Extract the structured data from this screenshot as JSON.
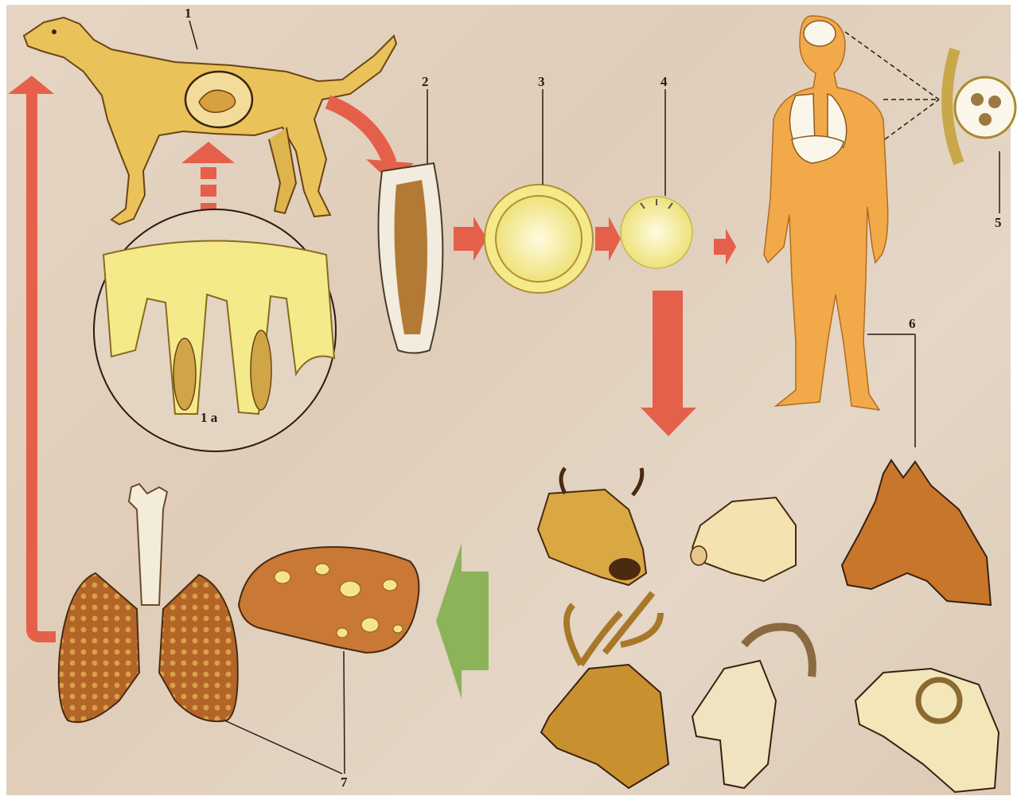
{
  "labels": {
    "n1": "1",
    "n1a": "1 a",
    "n2": "2",
    "n3": "3",
    "n4": "4",
    "n5": "5",
    "n6": "6",
    "n7": "7"
  },
  "colors": {
    "background": "#e3d2bf",
    "arrow": "#e5604a",
    "arrow_green": "#8db35a",
    "body_orange": "#f2a94a",
    "animal_yellow": "#e9c25a",
    "organ_brown": "#a85a25",
    "cyst_yellow": "#f6e48a"
  },
  "icons": [
    "dog",
    "tapeworm-segment",
    "egg",
    "oncosphere",
    "human",
    "brain-cyst",
    "cow",
    "pig",
    "horse",
    "deer",
    "goat",
    "sheep",
    "lungs",
    "liver"
  ]
}
